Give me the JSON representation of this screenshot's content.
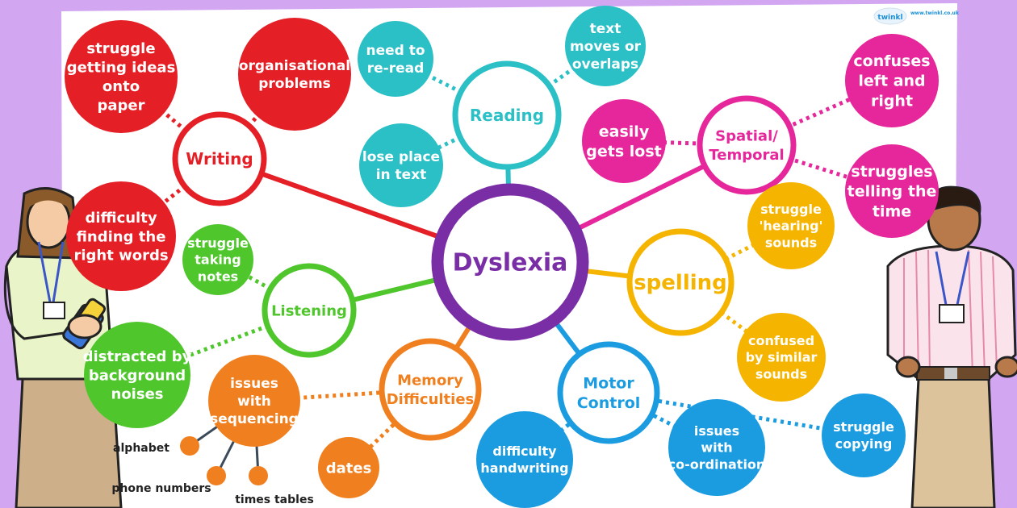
{
  "logo": {
    "brand": "twinkl",
    "url": "www.twinkl.co.uk"
  },
  "center": {
    "label": "Dyslexia",
    "color": "#7a2ea6"
  },
  "branches": [
    {
      "id": "writing",
      "label": [
        "Writing"
      ],
      "color": "#e41f26",
      "leaves": [
        {
          "lines": [
            "struggle",
            "getting ideas",
            "onto",
            "paper"
          ]
        },
        {
          "lines": [
            "organisational",
            "problems"
          ]
        },
        {
          "lines": [
            "difficulty",
            "finding the",
            "right words"
          ]
        }
      ]
    },
    {
      "id": "reading",
      "label": [
        "Reading"
      ],
      "color": "#2bbfc6",
      "leaves": [
        {
          "lines": [
            "need to",
            "re-read"
          ]
        },
        {
          "lines": [
            "text",
            "moves or",
            "overlaps"
          ]
        },
        {
          "lines": [
            "lose place",
            "in text"
          ]
        }
      ]
    },
    {
      "id": "spatial",
      "label": [
        "Spatial/",
        "Temporal"
      ],
      "color": "#e6269b",
      "leaves": [
        {
          "lines": [
            "easily",
            "gets lost"
          ]
        },
        {
          "lines": [
            "confuses",
            "left and",
            "right"
          ]
        },
        {
          "lines": [
            "struggles",
            "telling the",
            "time"
          ]
        }
      ]
    },
    {
      "id": "spelling",
      "label": [
        "spelling"
      ],
      "color": "#f5b400",
      "leaves": [
        {
          "lines": [
            "struggle",
            "'hearing'",
            "sounds"
          ]
        },
        {
          "lines": [
            "confused",
            "by similar",
            "sounds"
          ]
        }
      ]
    },
    {
      "id": "motor",
      "label": [
        "Motor",
        "Control"
      ],
      "color": "#1c9ce0",
      "leaves": [
        {
          "lines": [
            "difficulty",
            "handwriting"
          ]
        },
        {
          "lines": [
            "issues",
            "with",
            "co-ordination"
          ]
        },
        {
          "lines": [
            "struggle",
            "copying"
          ]
        }
      ]
    },
    {
      "id": "memory",
      "label": [
        "Memory",
        "Difficulties"
      ],
      "color": "#f0801f",
      "leaves": [
        {
          "lines": [
            "issues",
            "with",
            "sequencing"
          ],
          "subitems": [
            "alphabet",
            "phone numbers",
            "times tables"
          ]
        },
        {
          "lines": [
            "dates"
          ]
        }
      ]
    },
    {
      "id": "listening",
      "label": [
        "Listening"
      ],
      "color": "#4fc62c",
      "leaves": [
        {
          "lines": [
            "struggle",
            "taking",
            "notes"
          ]
        },
        {
          "lines": [
            "distracted by",
            "background",
            "noises"
          ]
        }
      ]
    }
  ]
}
